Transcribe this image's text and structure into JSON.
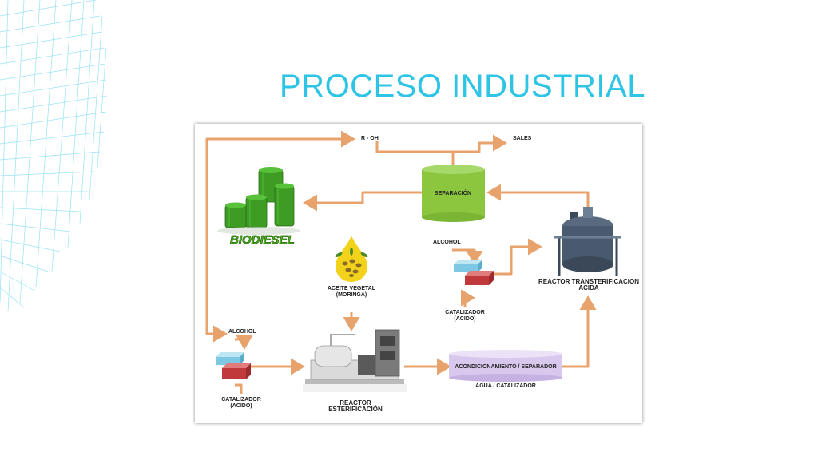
{
  "slide": {
    "title": "PROCESO INDUSTRIAL"
  },
  "diagram": {
    "labels": {
      "roh": "R - OH",
      "sales": "SALES",
      "separacion": "SEPARACIÓN",
      "biodiesel": "BIODIESEL",
      "aceite_line1": "ACEITE VEGETAL",
      "aceite_line2": "(MORINGA)",
      "alcohol_top": "ALCOHOL",
      "catalizador_top_line1": "CATALIZADOR",
      "catalizador_top_line2": "(ACIDO)",
      "reactor_trans_line1": "REACTOR TRANSTERIFICACION",
      "reactor_trans_line2": "ACIDA",
      "alcohol_bottom": "ALCOHOL",
      "catalizador_bottom_line1": "CATALIZADOR",
      "catalizador_bottom_line2": "(ACIDO)",
      "reactor_est_line1": "REACTOR",
      "reactor_est_line2": "ESTERIFICACIÓN",
      "acondicionamiento": "ACONDICIONAMIENTO /  SEPARADOR",
      "agua": "AGUA / CATALIZADOR"
    },
    "colors": {
      "arrow": "#e8a36c",
      "tank_green": "#8cc63f",
      "separator_purple": "#d9c8ee",
      "block_blue": "#7ec8e3",
      "block_red": "#c0393b",
      "title": "#2ec4e6"
    }
  }
}
